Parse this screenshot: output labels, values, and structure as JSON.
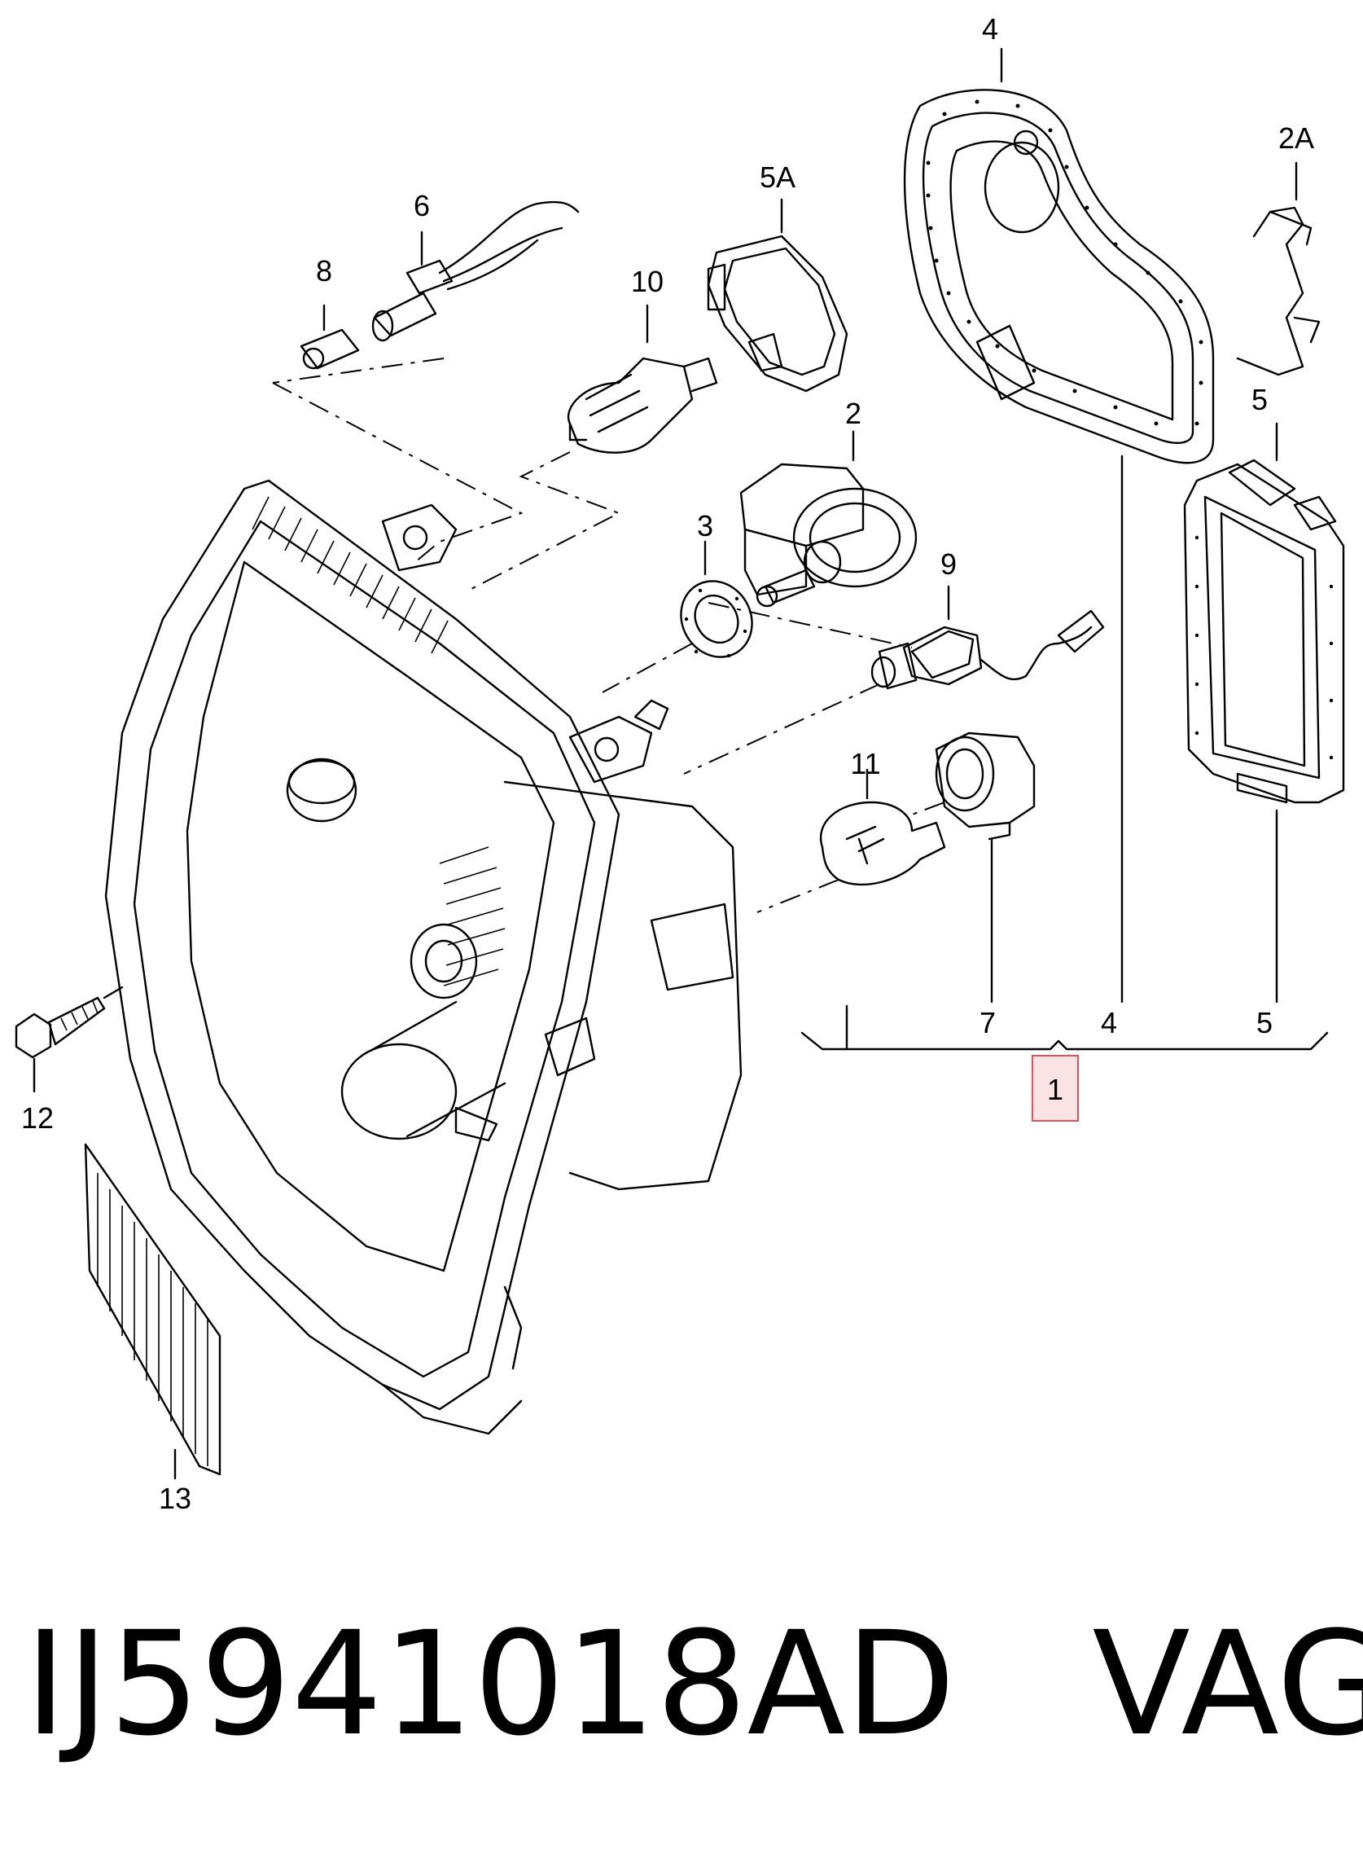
{
  "callouts": {
    "c1": "1",
    "c2": "2",
    "c2a": "2A",
    "c3": "3",
    "c4_top": "4",
    "c4_bottom": "4",
    "c5_top": "5",
    "c5_bottom": "5",
    "c5a": "5A",
    "c6": "6",
    "c7": "7",
    "c8": "8",
    "c9": "9",
    "c10": "10",
    "c11": "11",
    "c12": "12",
    "c13": "13"
  },
  "caption": {
    "part_number": "IJ5941018AD",
    "brand": "VAG"
  },
  "colors": {
    "line": "#000000",
    "highlight_border": "#e0525a",
    "highlight_fill": "#fbe3e5"
  }
}
